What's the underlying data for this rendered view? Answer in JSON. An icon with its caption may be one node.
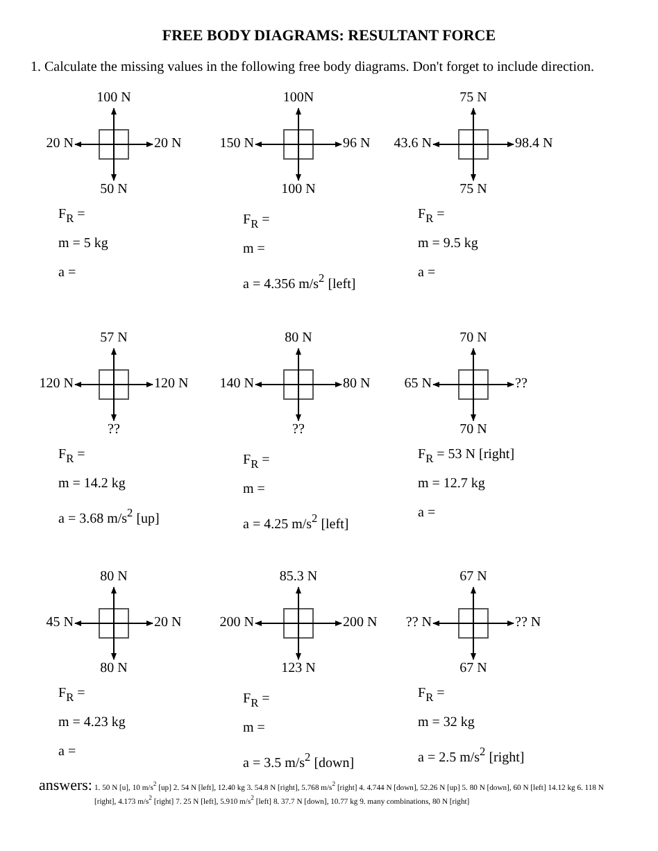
{
  "diagram": {
    "title": "FREE BODY DIAGRAMS: RESULTANT FORCE",
    "nodes": [
      {
        "text": [],
        "shape": "box",
        "beside": [
          "F$_{R}$ =",
          "m  = 5 kg",
          "a  ="
        ]
      },
      {
        "text": [
          "100 N"
        ]
      },
      {
        "text": [
          "20 N"
        ]
      },
      {
        "text": [
          "20 N"
        ]
      },
      {
        "text": [
          "50 N"
        ]
      },
      {
        "text": [],
        "shape": "box",
        "beside": [
          "F$_{R}$ =",
          "m  =",
          "a  =  4.356 m/s$^{2}$ [left]"
        ]
      },
      {
        "text": [
          "100N"
        ]
      },
      {
        "text": [
          "150 N"
        ]
      },
      {
        "text": [
          "96 N"
        ]
      },
      {
        "text": [
          "100 N"
        ]
      },
      {
        "text": [],
        "shape": "box",
        "beside": [
          "F$_{R}$ =",
          "m  =  9.5 kg",
          "a  ="
        ]
      },
      {
        "text": [
          "75 N"
        ]
      },
      {
        "text": [
          "43.6 N"
        ]
      },
      {
        "text": [
          "98.4 N"
        ]
      },
      {
        "text": [
          "75 N"
        ]
      },
      {
        "text": [],
        "shape": "box",
        "beside": [
          "F$_{R}$ =",
          "m  =  14.2 kg",
          "a  =  3.68 m/s$^{2}$ [up]"
        ]
      },
      {
        "text": [
          "57 N"
        ]
      },
      {
        "text": [
          "120 N"
        ]
      },
      {
        "text": [
          "120 N"
        ]
      },
      {
        "text": [
          "??"
        ]
      },
      {
        "text": [],
        "shape": "box",
        "beside": [
          "F$_{R}$ =",
          "m  =",
          "a  =  4.25  m/s$^{2}$ [left]"
        ]
      },
      {
        "text": [
          "80 N"
        ]
      },
      {
        "text": [
          "140 N"
        ]
      },
      {
        "text": [
          "80 N"
        ]
      },
      {
        "text": [
          "??"
        ]
      },
      {
        "text": [],
        "shape": "box",
        "beside": [
          "F$_{R}$ =  53 N [right]",
          "m  =  12.7 kg",
          "a  ="
        ]
      },
      {
        "text": [
          "70 N"
        ]
      },
      {
        "text": [
          "65 N"
        ]
      },
      {
        "text": [
          "??"
        ]
      },
      {
        "text": [
          "70 N"
        ]
      },
      {
        "text": [],
        "shape": "box",
        "beside": [
          "F$_{R}$ =",
          "m  =  4.23 kg",
          "a  ="
        ]
      },
      {
        "text": [
          "80 N"
        ]
      },
      {
        "text": [
          "45 N"
        ]
      },
      {
        "text": [
          "20 N"
        ]
      },
      {
        "text": [
          "80 N"
        ]
      },
      {
        "text": [],
        "shape": "box",
        "beside": [
          "F$_{R}$ =",
          "m  =",
          "a  =  3.5 m/s$^{2}$ [down]"
        ]
      },
      {
        "text": [
          "85.3 N"
        ]
      },
      {
        "text": [
          "200 N"
        ]
      },
      {
        "text": [
          "200 N"
        ]
      },
      {
        "text": [
          "123 N"
        ]
      },
      {
        "text": [],
        "shape": "box",
        "beside": [
          "F$_{R}$ =",
          "m  = 32 kg",
          "a  = 2.5 m/s$^{2}$ [right]"
        ]
      },
      {
        "text": [
          "67 N"
        ]
      },
      {
        "text": [
          "?? N"
        ]
      },
      {
        "text": [
          "?? N"
        ]
      },
      {
        "text": [
          "67 N"
        ]
      }
    ],
    "edges": [
      {
        "from": 0,
        "to": 1,
        "arrow": "to"
      },
      {
        "from": 0,
        "to": 2,
        "arrow": "to"
      },
      {
        "from": 0,
        "to": 3,
        "arrow": "to"
      },
      {
        "from": 0,
        "to": 4,
        "arrow": "to"
      },
      {
        "from": 5,
        "to": 6,
        "arrow": "to"
      },
      {
        "from": 5,
        "to": 7,
        "arrow": "to"
      },
      {
        "from": 5,
        "to": 8,
        "arrow": "to"
      },
      {
        "from": 5,
        "to": 9,
        "arrow": "to"
      },
      {
        "from": 10,
        "to": 11,
        "arrow": "to"
      },
      {
        "from": 10,
        "to": 12,
        "arrow": "to"
      },
      {
        "from": 10,
        "to": 13,
        "arrow": "to"
      },
      {
        "from": 10,
        "to": 14,
        "arrow": "to"
      },
      {
        "from": 15,
        "to": 16,
        "arrow": "to"
      },
      {
        "from": 15,
        "to": 17,
        "arrow": "to"
      },
      {
        "from": 15,
        "to": 18,
        "arrow": "to"
      },
      {
        "from": 15,
        "to": 19,
        "arrow": "to"
      },
      {
        "from": 20,
        "to": 21,
        "arrow": "to"
      },
      {
        "from": 20,
        "to": 22,
        "arrow": "to"
      },
      {
        "from": 20,
        "to": 23,
        "arrow": "to"
      },
      {
        "from": 20,
        "to": 24,
        "arrow": "to"
      },
      {
        "from": 25,
        "to": 26,
        "arrow": "to"
      },
      {
        "from": 25,
        "to": 27,
        "arrow": "to"
      },
      {
        "from": 25,
        "to": 28,
        "arrow": "to"
      },
      {
        "from": 25,
        "to": 29,
        "arrow": "to"
      },
      {
        "from": 30,
        "to": 31,
        "arrow": "to"
      },
      {
        "from": 30,
        "to": 32,
        "arrow": "to"
      },
      {
        "from": 30,
        "to": 33,
        "arrow": "to"
      },
      {
        "from": 30,
        "to": 34,
        "arrow": "to"
      },
      {
        "from": 35,
        "to": 36,
        "arrow": "to"
      },
      {
        "from": 35,
        "to": 37,
        "arrow": "to"
      },
      {
        "from": 35,
        "to": 38,
        "arrow": "to"
      },
      {
        "from": 35,
        "to": 39,
        "arrow": "to"
      },
      {
        "from": 40,
        "to": 41,
        "arrow": "to"
      },
      {
        "from": 40,
        "to": 42,
        "arrow": "to"
      },
      {
        "from": 40,
        "to": 43,
        "arrow": "to"
      },
      {
        "from": 40,
        "to": 44,
        "arrow": "to"
      }
    ],
    "labels": [
      "1. Calculate the missing values in the following free body diagrams. Don't forget to include direction.",
      "answers:",
      "1. 50 N [u], 10 m/s$^{2}$ [up] 2. 54 N [left], 12.40 kg 3. 54.8 N [right], 5.768 m/s$^{2}$ [right] 4. 4.744 N [down], 52.26 N [up] 5. 80 N [down], 60 N [left] 14.12 kg 6. 118 N [right], 4.173 m/s$^{2}$ [right] 7. 25 N [left], 5.910 m/s$^{2}$ [left] 8. 37.7 N [down], 10.77 kg 9. many combinations, 80 N [right]"
    ]
  }
}
